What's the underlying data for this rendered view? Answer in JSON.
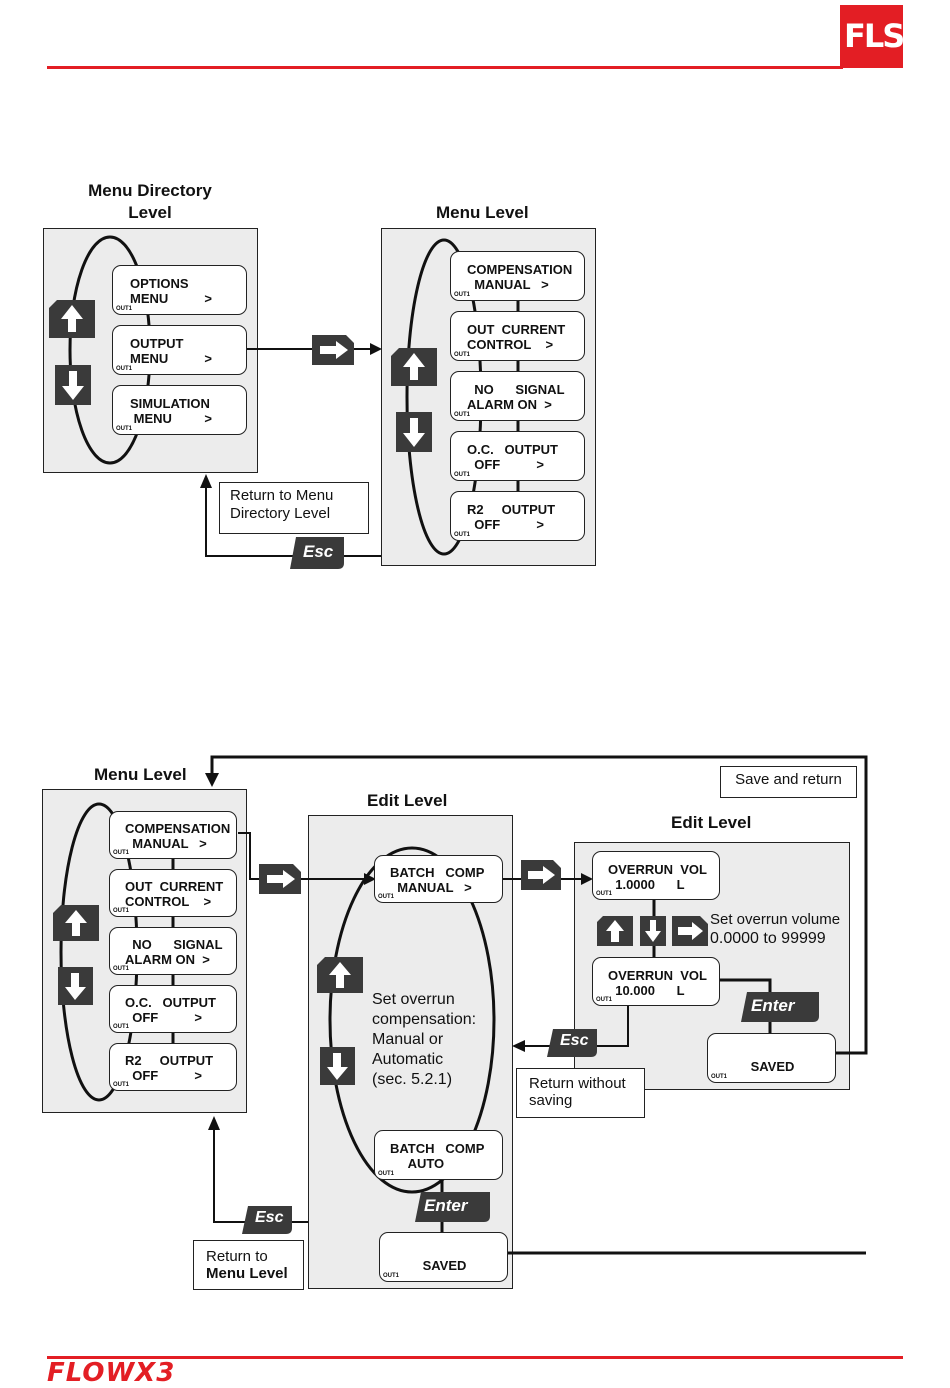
{
  "header": {
    "logo_text": "FLS"
  },
  "footer": {
    "brand": "FLOWX3"
  },
  "diagram1": {
    "title_left_line1": "Menu Directory",
    "title_left_line2": "Level",
    "title_right": "Menu Level",
    "left_items": [
      {
        "l1": "OPTIONS",
        "l2": "MENU          >"
      },
      {
        "l1": "OUTPUT",
        "l2": "MENU          >"
      },
      {
        "l1": "SIMULATION",
        "l2": " MENU         >"
      }
    ],
    "right_items": [
      {
        "l1": "COMPENSATION",
        "l2": "  MANUAL   >"
      },
      {
        "l1": "OUT  CURRENT",
        "l2": "CONTROL    >"
      },
      {
        "l1": "  NO      SIGNAL",
        "l2": "ALARM ON  >"
      },
      {
        "l1": "O.C.   OUTPUT",
        "l2": "  OFF          >"
      },
      {
        "l1": "R2     OUTPUT",
        "l2": "  OFF          >"
      }
    ],
    "return_note_line1": "Return to Menu",
    "return_note_line2": "Directory Level"
  },
  "diagram2": {
    "title_menu": "Menu Level",
    "title_edit1": "Edit Level",
    "title_edit2": "Edit Level",
    "menu_items": [
      {
        "l1": "COMPENSATION",
        "l2": "  MANUAL   >"
      },
      {
        "l1": "OUT  CURRENT",
        "l2": "CONTROL    >"
      },
      {
        "l1": "  NO      SIGNAL",
        "l2": "ALARM ON  >"
      },
      {
        "l1": "O.C.   OUTPUT",
        "l2": "  OFF          >"
      },
      {
        "l1": "R2     OUTPUT",
        "l2": "  OFF          >"
      }
    ],
    "batch_manual": {
      "l1": "BATCH   COMP",
      "l2": "  MANUAL   >"
    },
    "batch_auto": {
      "l1": "BATCH   COMP",
      "l2": "     AUTO"
    },
    "saved1": "SAVED",
    "edit_text": [
      "Set overrun",
      "compensation:",
      "Manual or",
      "Automatic",
      "(sec. 5.2.1)"
    ],
    "overrun1": {
      "l1": "OVERRUN  VOL",
      "l2": "  1.0000      L"
    },
    "overrun2": {
      "l1": "OVERRUN  VOL",
      "l2": "  10.000      L"
    },
    "saved2": "SAVED",
    "overrun_note_line1": "Set overrun volume",
    "overrun_note_line2": "0.0000 to 99999",
    "save_return": "Save and return",
    "return_without_line1": "Return without",
    "return_without_line2": "saving",
    "return_menu_line1": "Return to",
    "return_menu_line2": "Menu Level"
  },
  "keys": {
    "esc": "Esc",
    "enter": "Enter",
    "lcd_tag": "OUT1"
  },
  "colors": {
    "accent_red": "#e31e24",
    "panel_gray": "#ececec",
    "key_dark": "#3a3a3a"
  }
}
